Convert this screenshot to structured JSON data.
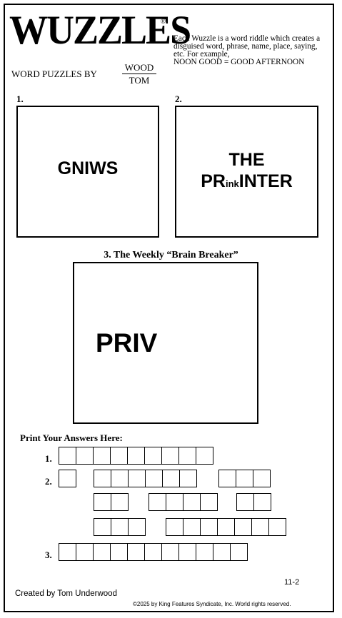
{
  "header": {
    "title": "WUZZLES",
    "registered": "®",
    "byline": "WORD PUZZLES BY",
    "author_top": "WOOD",
    "author_bottom": "TOM",
    "intro": "Each Wuzzle is a word riddle which creates a disguised word, phrase, name, place, saying, etc. For example,",
    "example": "NOON GOOD = GOOD AFTERNOON"
  },
  "puzzles": [
    {
      "number": "1.",
      "text": "GNIWS"
    },
    {
      "number": "2.",
      "line1": "THE",
      "line2_pre": "PR",
      "line2_small": "ink",
      "line2_post": "INTER"
    },
    {
      "number": "3.",
      "caption": "3. The Weekly “Brain Breaker”",
      "text": "PRIV"
    }
  ],
  "answers": {
    "title": "Print Your Answers Here:",
    "labels": [
      "1.",
      "2.",
      "3."
    ]
  },
  "footer": {
    "date": "11-2",
    "creator": "Created by Tom Underwood",
    "copyright": "©2025 by King Features Syndicate, Inc. World rights reserved."
  }
}
